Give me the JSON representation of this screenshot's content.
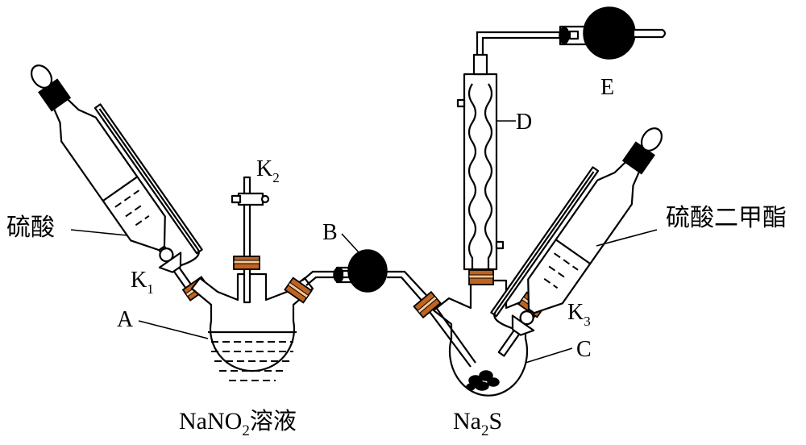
{
  "figure": {
    "type": "chemistry apparatus diagram",
    "colors": {
      "stroke": "#000000",
      "stopper_brown": "#c0631f",
      "stopper_light": "#f2c99a",
      "background": "#ffffff"
    }
  },
  "labels": {
    "sulfuric_acid": "硫酸",
    "dimethyl_sulfate": "硫酸二甲酯",
    "k1_main": "K",
    "k1_sub": "1",
    "k2_main": "K",
    "k2_sub": "2",
    "k3_main": "K",
    "k3_sub": "3",
    "A": "A",
    "B": "B",
    "C": "C",
    "D": "D",
    "E": "E",
    "flask_a_contents_main": "NaNO",
    "flask_a_contents_sub": "2",
    "flask_a_contents_suffix": "溶液",
    "flask_c_contents_main": "Na",
    "flask_c_contents_sub": "2",
    "flask_c_contents_suffix": "S"
  }
}
